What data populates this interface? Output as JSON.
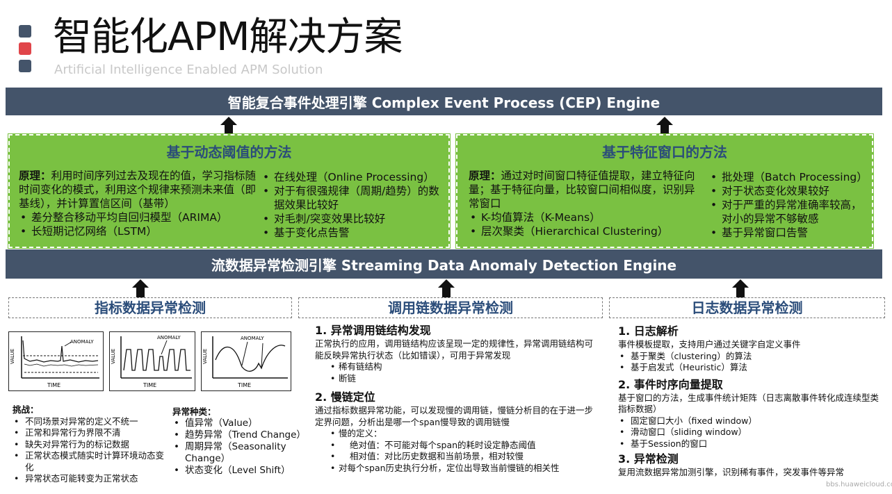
{
  "colors": {
    "square1": "#44546a",
    "square2": "#e0454a",
    "square3": "#44546a",
    "bar": "#44546a",
    "green": "#7ac142",
    "heading_blue": "#2b4d7a"
  },
  "header": {
    "title": "智能化APM解决方案",
    "subtitle": "Artificial Intelligence Enabled APM Solution"
  },
  "cep_bar": {
    "label": "智能复合事件处理引擎 Complex Event Process (CEP) Engine"
  },
  "stream_bar": {
    "label": "流数据异常检测引擎 Streaming Data Anomaly Detection Engine"
  },
  "dynamic_threshold": {
    "heading": "基于动态阈值的方法",
    "principle_label": "原理：",
    "principle_text": "利用时间序列过去及现在的值，学习指标随时间变化的模式，利用这个规律来预测未来值（即基线），并计算置信区间（基带）",
    "left_items": [
      "差分整合移动平均自回归模型（ARIMA）",
      "长短期记忆网络（LSTM）"
    ],
    "right_items": [
      "在线处理（Online Processing）",
      "对于有很强规律（周期/趋势）的数据效果比较好",
      "对毛刺/突变效果比较好",
      "基于变化点告警"
    ]
  },
  "feature_window": {
    "heading": "基于特征窗口的方法",
    "principle_label": "原理：",
    "principle_text": "通过对时间窗口特征值提取，建立特征向量；基于特征向量，比较窗口间相似度，识别异常窗口",
    "left_items": [
      "K-均值算法（K-Means）",
      "层次聚类（Hierarchical Clustering）"
    ],
    "right_items": [
      "批处理（Batch Processing）",
      "对于状态变化效果较好",
      "对于严重的异常准确率较高，对小的异常不够敏感",
      "基于异常窗口告警"
    ]
  },
  "metric_detection": {
    "heading": "指标数据异常检测",
    "chart_axis_value": "VALUE",
    "chart_axis_time": "TIME",
    "chart_anomaly": "ANOMALY",
    "challenges_label": "挑战：",
    "challenges": [
      "不同场景对异常的定义不统一",
      "正常和异常行为界限不清",
      "缺失对异常行为的标记数据",
      "正常状态模式随实时计算环境动态变化",
      "异常状态可能转变为正常状态"
    ],
    "types_label": "异常种类：",
    "types": [
      "值异常（Value）",
      "趋势异常（Trend Change）",
      "周期异常（Seasonality Change）",
      "状态变化（Level Shift）"
    ]
  },
  "trace_detection": {
    "heading": "调用链数据异常检测",
    "s1_title": "1. 异常调用链结构发现",
    "s1_text": "正常执行的应用，调用链结构应该呈现一定的规律性，异常调用链结构可能反映异常执行状态（比如错误），可用于异常发现",
    "s1_items": [
      "稀有链结构",
      "断链"
    ],
    "s2_title": "2. 慢链定位",
    "s2_text": "通过指标数据异常功能，可以发现慢的调用链，慢链分析目的在于进一步定界问题，分析出是哪一个span慢导致的调用链慢",
    "s2_item1": "慢的定义：",
    "s2_sub": [
      "绝对值：不可能对每个span的耗时设定静态阈值",
      "相对值：对比历史数据和当前场景，相对较慢"
    ],
    "s2_item2": "对每个span历史执行分析，定位出导致当前慢链的相关性"
  },
  "log_detection": {
    "heading": "日志数据异常检测",
    "s1_title": "1. 日志解析",
    "s1_text": "事件模板提取，支持用户通过关键字自定义事件",
    "s1_items": [
      "基于聚类（clustering）的算法",
      "基于启发式（Heuristic）算法"
    ],
    "s2_title": "2. 事件时序向量提取",
    "s2_text": "基于窗口的方法，生成事件统计矩阵（日志离散事件转化成连续型类指标数据）",
    "s2_items": [
      "固定窗口大小（fixed window）",
      "滑动窗口（sliding window）",
      "基于Session的窗口"
    ],
    "s3_title": "3. 异常检测",
    "s3_text": "复用流数据异常加测引擎，识别稀有事件，突发事件等异常",
    "watermark": "bbs.huaweicloud.com"
  }
}
